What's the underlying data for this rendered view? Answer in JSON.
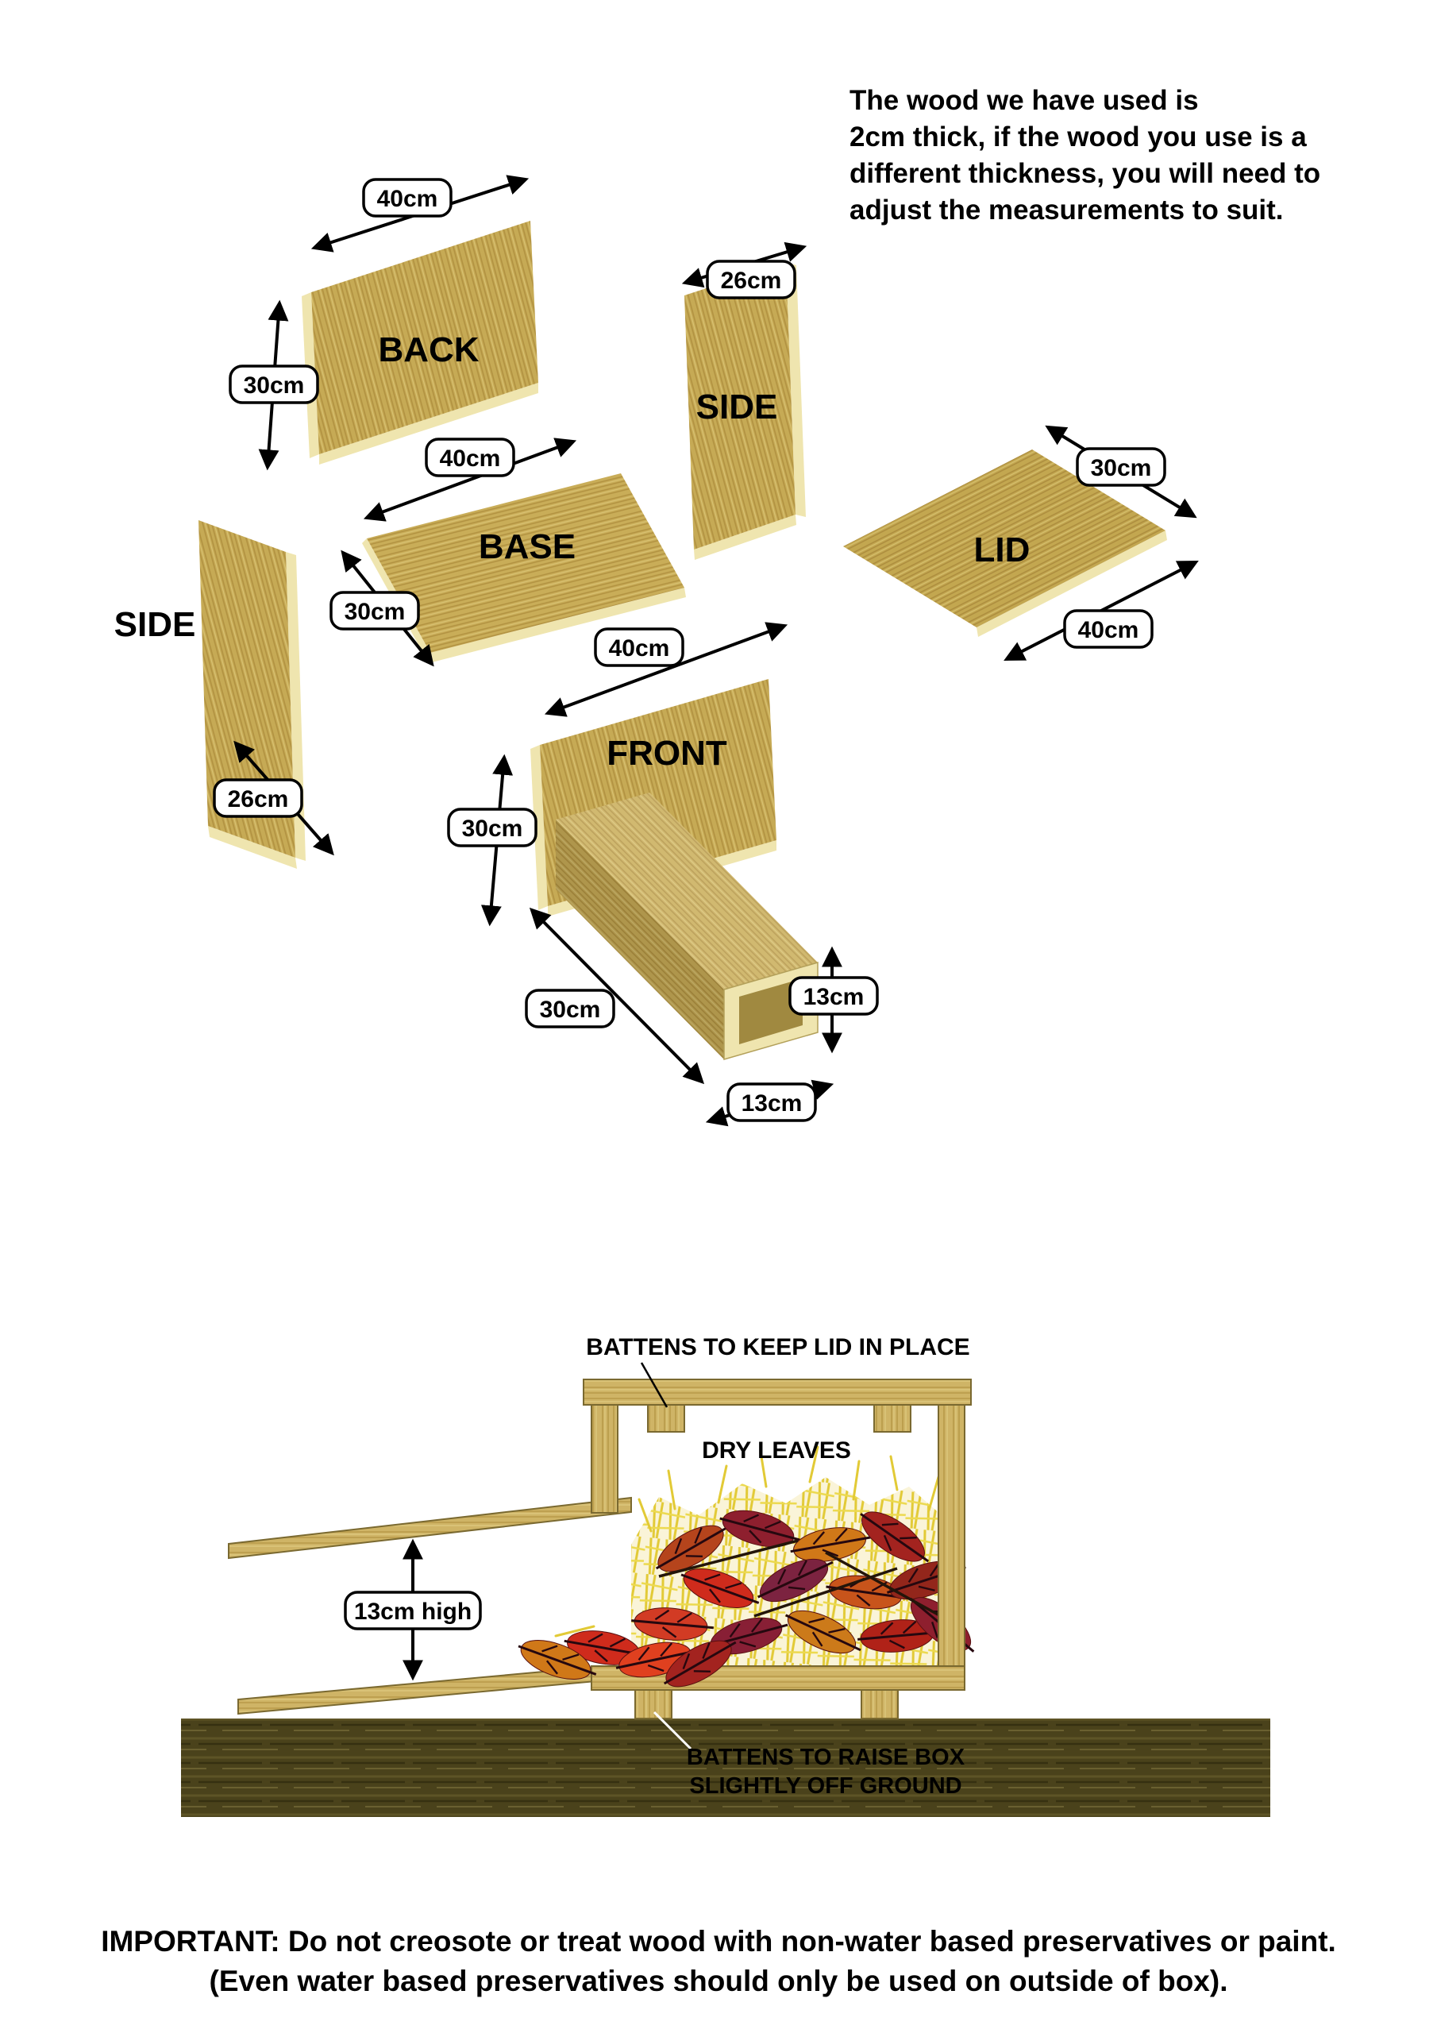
{
  "colors": {
    "wood": "#c6aa55",
    "wood_light_edge": "#efe5af",
    "wood_dark_streak": "#b19140",
    "ground_brown": "#4a421b",
    "straw_yellow": "#e2ca36",
    "leaf_red": "#cf2b1c",
    "leaf_orange": "#d07818",
    "leaf_maroon": "#8e1f2e",
    "badge_background": "#ffffff",
    "text": "#000000"
  },
  "intro_note": "The wood we have used is\n2cm thick, if the wood you use is a\ndifferent thickness, you will need to\nadjust the measurements to suit.",
  "panels": {
    "back": {
      "label": "BACK",
      "dims": {
        "width": "40cm",
        "height": "30cm"
      }
    },
    "side_top": {
      "label": "SIDE",
      "dims": {
        "width": "26cm"
      }
    },
    "base": {
      "label": "BASE",
      "dims": {
        "width": "40cm",
        "depth": "30cm"
      }
    },
    "lid": {
      "label": "LID",
      "dims": {
        "depth": "30cm",
        "width": "40cm"
      }
    },
    "side_left": {
      "label": "SIDE",
      "dims": {
        "width": "26cm"
      }
    },
    "front": {
      "label": "FRONT",
      "dims": {
        "width": "40cm",
        "height": "30cm"
      }
    },
    "entrance_tunnel": {
      "dims": {
        "length": "30cm",
        "height": "13cm",
        "width": "13cm"
      }
    }
  },
  "cross_section": {
    "battens_top_label": "BATTENS TO KEEP LID IN PLACE",
    "dry_leaves_label": "DRY LEAVES",
    "entrance_height_label": "13cm high",
    "battens_bottom_label_line1": "BATTENS TO RAISE BOX",
    "battens_bottom_label_line2": "SLIGHTLY OFF GROUND"
  },
  "important_note": "IMPORTANT: Do not creosote or treat wood with non-water based preservatives or paint.\n(Even water based preservatives should only be used on outside of box)."
}
